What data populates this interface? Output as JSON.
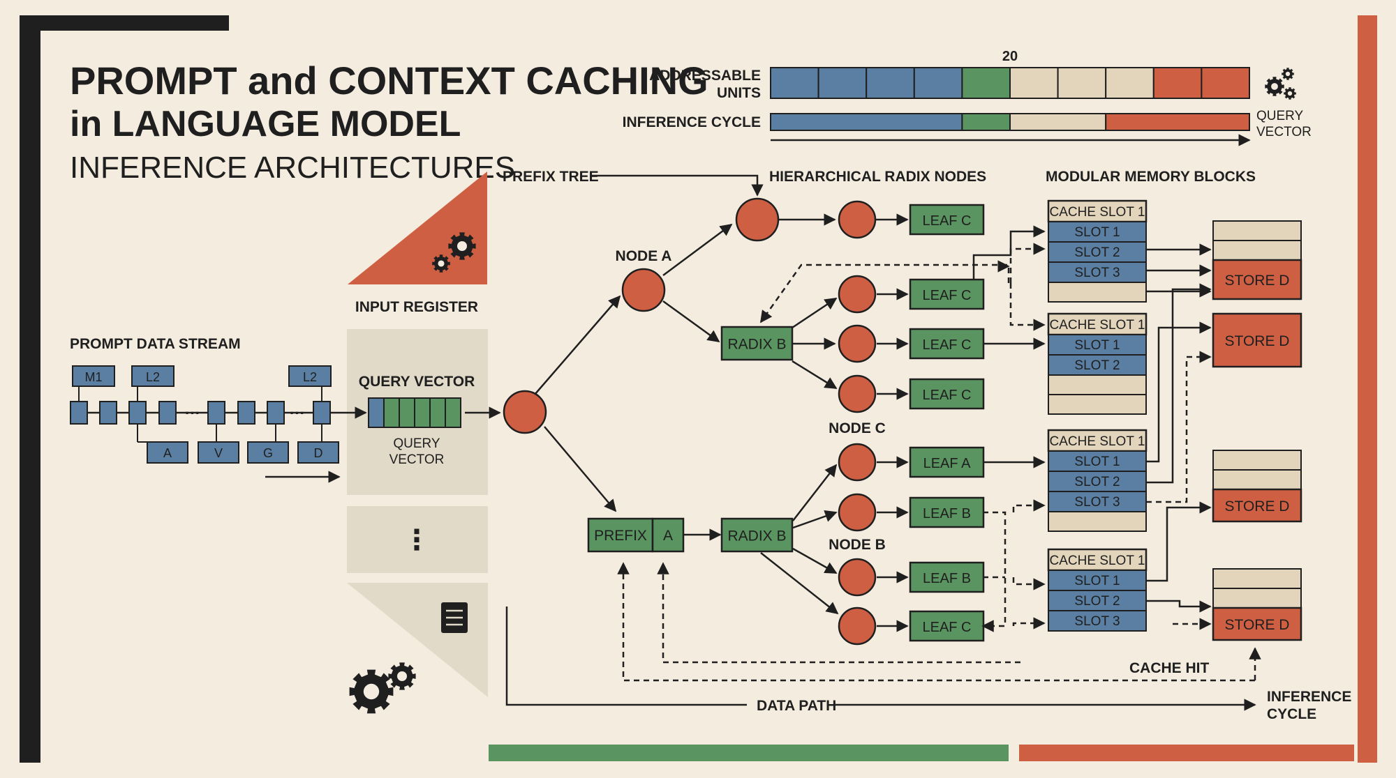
{
  "title": {
    "line1": "PROMPT and CONTEXT CACHING",
    "line2": "in LANGUAGE MODEL",
    "line3": "INFERENCE ARCHITECTURES"
  },
  "top_bars": {
    "marker": "20",
    "addressable_label_1": "ADDRESSABLE",
    "addressable_label_2": "UNITS",
    "inference_label": "INFERENCE CYCLE",
    "query_label_1": "QUERY",
    "query_label_2": "VECTOR",
    "addressable_segments": [
      "blue",
      "blue",
      "blue",
      "blue",
      "green",
      "tan",
      "tan",
      "tan",
      "red",
      "red"
    ],
    "inference_segments": [
      {
        "color": "blue",
        "units": 4
      },
      {
        "color": "green",
        "units": 1
      },
      {
        "color": "tan",
        "units": 2
      },
      {
        "color": "red",
        "units": 3
      }
    ]
  },
  "colors": {
    "blue": "#5a7fa3",
    "green": "#5a9460",
    "tan": "#e3d5bc",
    "red": "#cf5f43",
    "dark": "#1f1f1f",
    "panel": "#e2dac8",
    "background": "#f3ecdf"
  },
  "stream": {
    "label": "PROMPT DATA STREAM",
    "top_tokens": [
      "M1",
      "L2",
      "L2"
    ],
    "bottom_tokens": [
      "A",
      "V",
      "G",
      "D"
    ],
    "ellipsis": "···"
  },
  "register": {
    "label": "INPUT REGISTER",
    "query_title": "QUERY VECTOR",
    "query_caption_1": "QUERY",
    "query_caption_2": "VECTOR",
    "more": "⋮",
    "icons": [
      "gears-icon",
      "server-icon"
    ]
  },
  "tree": {
    "prefix_tree_label": "PREFIX TREE",
    "hierarchical_label": "HIERARCHICAL RADIX NODES",
    "node_a": "NODE A",
    "node_b": "NODE B",
    "node_c": "NODE C",
    "radix_top": "RADIX B",
    "radix_bottom": "RADIX B",
    "prefix": "PREFIX",
    "prefix_a": "A",
    "leaves": [
      "LEAF C",
      "LEAF C",
      "LEAF C",
      "LEAF C",
      "LEAF A",
      "LEAF B",
      "LEAF B",
      "LEAF C"
    ]
  },
  "memory": {
    "label": "MODULAR MEMORY BLOCKS",
    "blocks": [
      {
        "header": "CACHE SLOT 1",
        "slots": [
          "SLOT 1",
          "SLOT 2",
          "SLOT 3"
        ]
      },
      {
        "header": "CACHE SLOT 1",
        "slots": [
          "SLOT 1",
          "SLOT 2"
        ]
      },
      {
        "header": "CACHE SLOT 1",
        "slots": [
          "SLOT 1",
          "SLOT 2",
          "SLOT 3"
        ]
      },
      {
        "header": "CACHE SLOT 1",
        "slots": [
          "SLOT 1",
          "SLOT 2",
          "SLOT 3"
        ]
      }
    ],
    "stores": [
      "STORE D",
      "STORE D",
      "STORE D",
      "STORE D"
    ]
  },
  "footer": {
    "cache_hit": "CACHE HIT",
    "data_path": "DATA PATH",
    "inference_1": "INFERENCE",
    "inference_2": "CYCLE"
  }
}
